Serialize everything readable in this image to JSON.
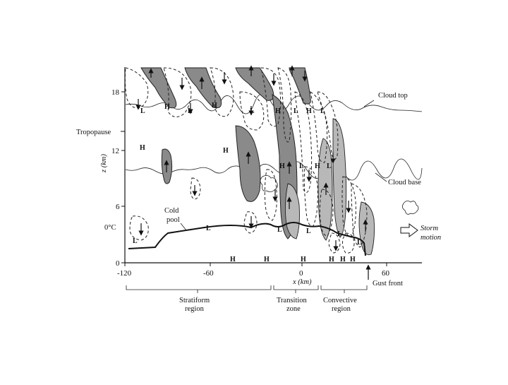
{
  "axes": {
    "y_label": "z (km)",
    "y_ticks": [
      "18",
      "12",
      "6",
      "0"
    ],
    "x_label": "x (km)",
    "x_ticks": [
      "-120",
      "-60",
      "0",
      "60"
    ]
  },
  "labels": {
    "tropopause": "Tropopause",
    "zero_c": "0°C",
    "cloud_top": "Cloud top",
    "cloud_base": "Cloud base",
    "cold_pool_1": "Cold",
    "cold_pool_2": "pool",
    "storm_motion_1": "Storm",
    "storm_motion_2": "motion",
    "gust_front": "Gust front"
  },
  "regions": {
    "stratiform_1": "Stratiform",
    "stratiform_2": "region",
    "transition_1": "Transition",
    "transition_2": "zone",
    "convective_1": "Convective",
    "convective_2": "region"
  },
  "markers": {
    "high": "H",
    "low": "L"
  }
}
